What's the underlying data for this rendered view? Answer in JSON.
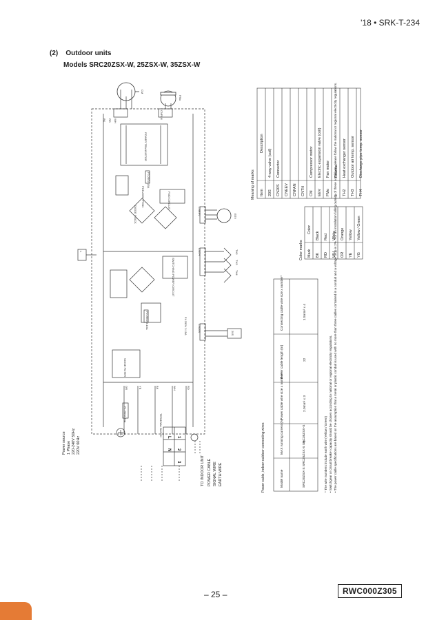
{
  "header": {
    "doc_ref": "'18 • SRK-T-234"
  },
  "section": {
    "number": "(2)",
    "title": "Outdoor units",
    "models": "Models SRC20ZSX-W, 25ZSX-W, 35ZSX-W"
  },
  "diagram": {
    "power_source": [
      "Power source",
      "1 Phase",
      "220-240V 50Hz",
      "220V 60Hz"
    ],
    "to_indoor": "TO INDOOR UNIT",
    "terminal_legend": [
      "POWER CABLE",
      "SIGNAL WIRE",
      "EARTH WIRE"
    ],
    "terminal_labels": [
      "L",
      "N",
      "1",
      "2",
      "3"
    ],
    "terminal_block": "TERMINAL BLOCK",
    "board": "PCB ASSY  PCB1",
    "noise_filter": "NOISE FILTER",
    "power_transistor": "POWER TRANSISTOR",
    "switching_power": "SWITCHING POWER CIRCUIT",
    "fmo_circuit": "FMO CIRCUIT",
    "reactor": "L",
    "wire_colors": [
      "BK",
      "RD",
      "WH",
      "OR",
      "YE",
      "BK",
      "WH",
      "RD"
    ],
    "connectors": [
      "CNFAN",
      "CNEEV",
      "CNTH",
      "CN20S",
      "CNTH"
    ],
    "fuses": [
      "F1 250V 20A",
      "F2 250V 3.15A",
      "F3 250V 15A",
      "F4 250V 3.15A"
    ],
    "diode": "DIODE STACK",
    "cm": "CM",
    "fmo": "FMo",
    "eev": "EEV",
    "sensors": [
      "TH2",
      "TH3",
      "TH4"
    ],
    "twenty_s": "20S"
  },
  "marks_table": {
    "title": "Meaning of marks",
    "headers": [
      "Item",
      "Description"
    ],
    "rows": [
      [
        "20S",
        "4-way valve  (coil)"
      ],
      [
        "CN20S",
        "Connector"
      ],
      [
        "CNEEV",
        ""
      ],
      [
        "CNFAN",
        ""
      ],
      [
        "CNTH",
        ""
      ],
      [
        "CM",
        "Compressor motor"
      ],
      [
        "EEV",
        "Electric expansion valve  (coil)"
      ],
      [
        "FMo",
        "Fan motor"
      ],
      [
        "L",
        "Reactor"
      ],
      [
        "TH2",
        "Heat exchanger sensor"
      ],
      [
        "TH3",
        "Outdoor air temp. sensor"
      ],
      [
        "TH4",
        "Discharge pipe temp. sensor"
      ]
    ]
  },
  "color_table": {
    "title": "Color marks",
    "headers": [
      "Mark",
      "Color"
    ],
    "rows": [
      [
        "BK",
        "Black"
      ],
      [
        "RD",
        "Red"
      ],
      [
        "WH",
        "White"
      ],
      [
        "OR",
        "Orange"
      ],
      [
        "YE",
        "Yellow"
      ],
      [
        "YG",
        "Yellow / Green"
      ]
    ]
  },
  "power_table": {
    "title": "Power cable, indoor-outdoor connecting wires",
    "headers": [
      "Model name",
      "MAX running current (A)",
      "Power cable wire size x number*",
      "Power cable length (m)",
      "Connecting cable wire size x number*"
    ],
    "rows": [
      [
        "SRC20ZSX-S\nSRC25ZSX-S\nSRC35ZSX-S",
        "9",
        "2.0mm² x 3",
        "22",
        "1.5mm² x 4"
      ]
    ],
    "notes": [
      "* The wire numbers include earth wire  (Yellow / Green)",
      "• Switchgear or circuit breaker capacity should be chosen according to national or regional electricity regulations.",
      "• The power cable specifications are based on the assumption that a metal or plastic conduit is used with no more than three cables contained in a conduit and a voltage drop is 2%. For an installation falling outside of these conditions, please follow the national or regional electricity regulations."
    ]
  },
  "footer": {
    "page": "– 25 –",
    "code": "RWC000Z305"
  },
  "colors": {
    "accent_tab": "#e57b35",
    "ink": "#222222"
  }
}
